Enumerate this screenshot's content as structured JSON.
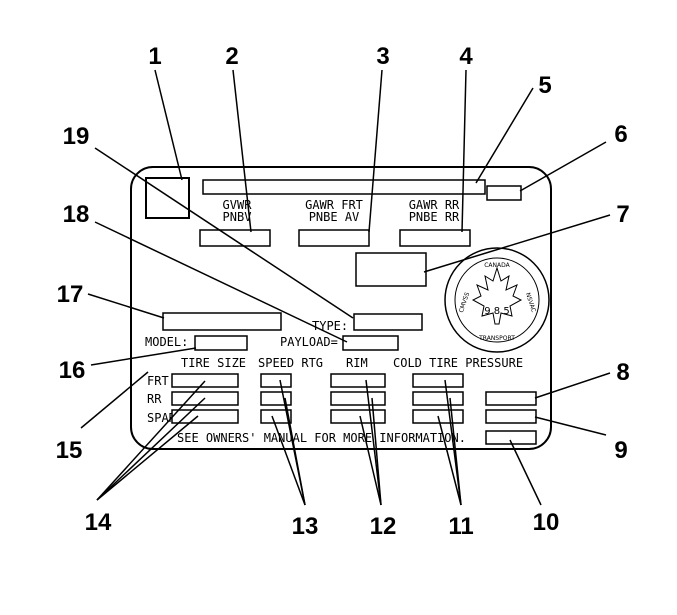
{
  "label": {
    "gvwr": "GVWR",
    "pnbv": "PNBV",
    "gawr_frt": "GAWR FRT",
    "pnbe_av": "PNBE AV",
    "gawr_rr": "GAWR RR",
    "pnbe_rr": "PNBE RR",
    "type": "TYPE:",
    "model": "MODEL:",
    "payload": "PAYLOAD=",
    "tire_size": "TIRE SIZE",
    "speed_rtg": "SPEED RTG",
    "rim": "RIM",
    "cold_tire_pressure": "COLD TIRE PRESSURE",
    "row_frt": "FRT",
    "row_rr": "RR",
    "row_spare": "SPARE",
    "manual_note": "SEE OWNERS' MANUAL FOR MORE INFORMATION."
  },
  "seal": {
    "top": "CANADA",
    "left": "CMVSS",
    "right": "NSVAC",
    "bottom": "TRANSPORT",
    "number": "9 8 5"
  },
  "callouts": {
    "c1": "1",
    "c2": "2",
    "c3": "3",
    "c4": "4",
    "c5": "5",
    "c6": "6",
    "c7": "7",
    "c8": "8",
    "c9": "9",
    "c10": "10",
    "c11": "11",
    "c12": "12",
    "c13": "13",
    "c14": "14",
    "c15": "15",
    "c16": "16",
    "c17": "17",
    "c18": "18",
    "c19": "19"
  }
}
